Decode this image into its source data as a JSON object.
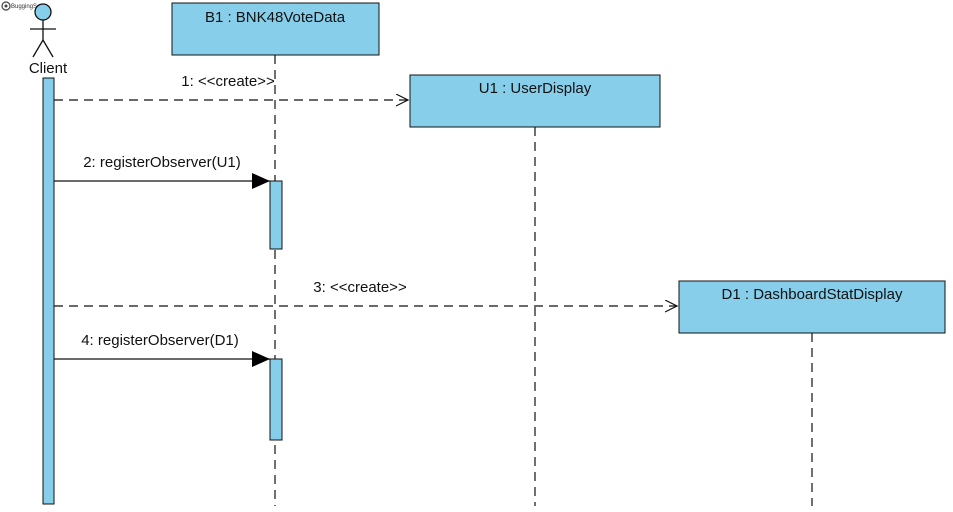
{
  "watermark": {
    "text": "BuggingSoft"
  },
  "colors": {
    "box_fill": "#87CEEB",
    "stroke": "#111111",
    "background": "#ffffff"
  },
  "actor": {
    "name": "Client"
  },
  "participants": [
    {
      "id": "B1",
      "label": "B1 : BNK48VoteData"
    },
    {
      "id": "U1",
      "label": "U1 : UserDisplay"
    },
    {
      "id": "D1",
      "label": "D1 : DashboardStatDisplay"
    }
  ],
  "messages": [
    {
      "label": "1: <<create>>",
      "from": "Client",
      "to": "U1",
      "kind": "create"
    },
    {
      "label": "2: registerObserver(U1)",
      "from": "Client",
      "to": "B1",
      "kind": "sync"
    },
    {
      "label": "3: <<create>>",
      "from": "Client",
      "to": "D1",
      "kind": "create"
    },
    {
      "label": "4: registerObserver(D1)",
      "from": "Client",
      "to": "B1",
      "kind": "sync"
    }
  ]
}
